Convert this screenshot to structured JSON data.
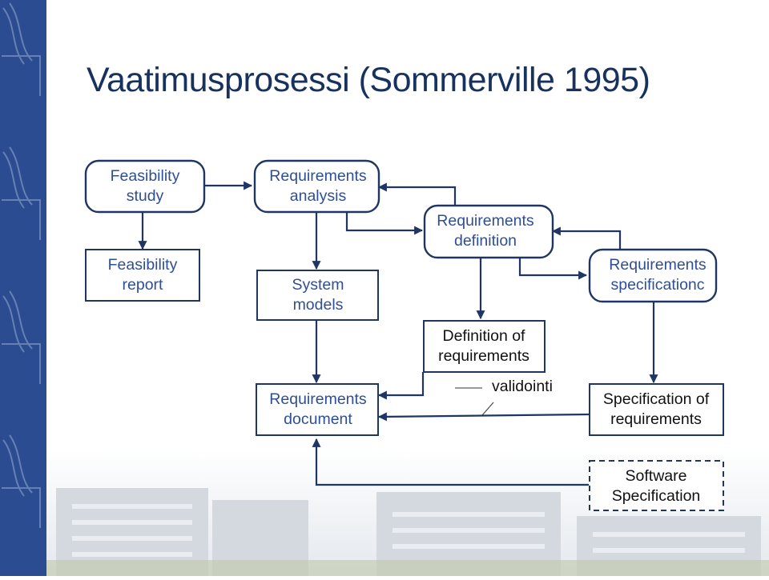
{
  "slide": {
    "title": "Vaatimusprosessi (Sommerville 1995)"
  },
  "diagram": {
    "processes": [
      {
        "id": "feasibility-study",
        "lines": [
          "Feasibility",
          "study"
        ]
      },
      {
        "id": "requirements-analysis",
        "lines": [
          "Requirements",
          "analysis"
        ]
      },
      {
        "id": "requirements-definition",
        "lines": [
          "Requirements",
          "definition"
        ]
      },
      {
        "id": "requirements-specification",
        "lines": [
          "Requirements",
          "specificationc"
        ]
      }
    ],
    "documents": [
      {
        "id": "feasibility-report",
        "lines": [
          "Feasibility",
          "report"
        ]
      },
      {
        "id": "system-models",
        "lines": [
          "System",
          "models"
        ]
      },
      {
        "id": "definition-of-requirements",
        "lines": [
          "Definition of",
          "requirements"
        ]
      },
      {
        "id": "requirements-document",
        "lines": [
          "Requirements",
          "document"
        ]
      },
      {
        "id": "specification-of-requirements",
        "lines": [
          "Specification of",
          "requirements"
        ]
      },
      {
        "id": "software-specification",
        "lines": [
          "Software",
          "Specification"
        ],
        "dashed": true
      }
    ],
    "annotation": "validointi"
  },
  "colors": {
    "sidebar": "#2b4c91",
    "title": "#17325f",
    "process_text": "#2e4f95",
    "outline": "#1f3564",
    "document_text": "#111111"
  }
}
